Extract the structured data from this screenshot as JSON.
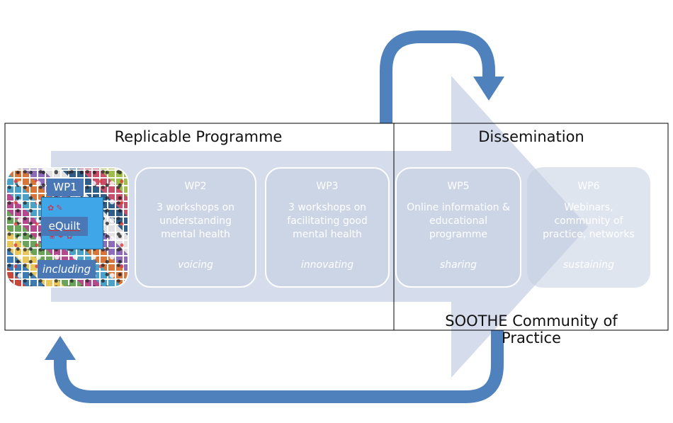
{
  "sections": {
    "replicable_title": "Replicable Programme",
    "dissemination_title": "Dissemination",
    "community_title": "SOOTHE Community of Practice"
  },
  "wp1": {
    "label": "WP1",
    "equilt": "eQuilt",
    "including": "including"
  },
  "cards": [
    {
      "wp": "WP2",
      "desc": [
        "3 workshops on",
        "understanding",
        "mental health"
      ],
      "tag": "voicing"
    },
    {
      "wp": "WP3",
      "desc": [
        "3 workshops on",
        "facilitating good",
        "mental health"
      ],
      "tag": "innovating"
    },
    {
      "wp": "WP5",
      "desc": [
        "Online information &",
        "educational",
        "programme"
      ],
      "tag": "sharing"
    },
    {
      "wp": "WP6",
      "desc": [
        "Webinars,",
        "community of",
        "practice, networks"
      ],
      "tag": "sustaining"
    }
  ],
  "colors": {
    "loop_arrow": "#4f81bd",
    "big_arrow": "#d3daea",
    "card_fill": "#c5cfe2",
    "label_box": "#4a78b6"
  }
}
